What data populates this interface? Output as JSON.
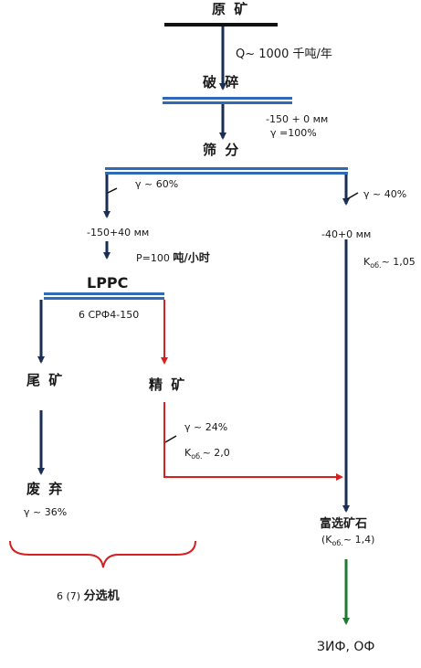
{
  "colors": {
    "navy": "#1a2e55",
    "bar": "#2e6ab5",
    "red": "#d62020",
    "green": "#1e7a32",
    "black": "#111111"
  },
  "nodes": {
    "raw_ore": "原 矿",
    "crushing": "破 碎",
    "screening": "筛 分",
    "lppc": "LPPC",
    "tailings": "尾 矿",
    "concentrate": "精 矿",
    "waste": "废 弃",
    "rich_ore": "富选矿石",
    "product": "ЗИФ, ОФ"
  },
  "labels": {
    "capacity_prefix": "Q~ 1000 ",
    "capacity_unit": "千吨/年",
    "crush_size": "-150 + 0 мм",
    "crush_yield": "γ =100%",
    "left_yield": "γ ~ 60%",
    "right_yield": "γ ~ 40%",
    "left_size": "-150+40 мм",
    "right_size": "-40+0 мм",
    "rate_prefix": "P=100 ",
    "rate_unit": "吨/小时",
    "right_k_base": "K",
    "right_k_sub": "об.",
    "right_k_val": "~ 1,05",
    "lppc_model": "6 СРФ4-150",
    "conc_yield": "γ ~ 24%",
    "conc_k_base": "K",
    "conc_k_sub": "об.",
    "conc_k_val": "~ 2,0",
    "waste_yield": "γ ~ 36%",
    "rich_k_open": "(K",
    "rich_k_sub": "об.",
    "rich_k_val": "~ 1,4)",
    "sorter_count": "6 (7) ",
    "sorter_unit": "分选机"
  }
}
